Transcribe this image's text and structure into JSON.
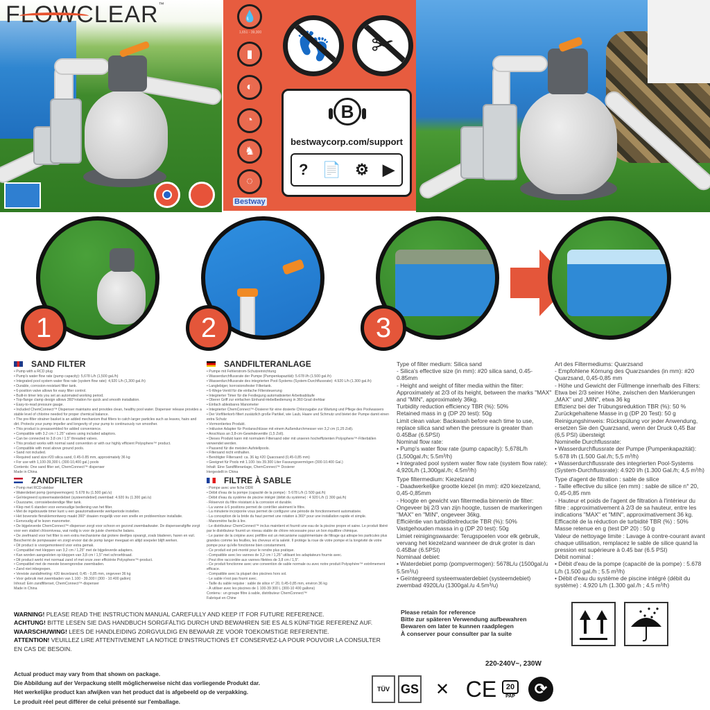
{
  "brand": {
    "logo_text": "FLOWCLEAR",
    "trademark": "™",
    "manufacturer_logo": "Bestway"
  },
  "colors": {
    "accent_orange": "#e75c3f",
    "step_badge": "#e4563a",
    "pool_blue": "#2f86d0",
    "grass_green": "#2f7a22",
    "hose_gray": "#e9e9e9",
    "valve_handle_orange": "#f08a24"
  },
  "info_panel": {
    "side_icons": [
      {
        "name": "sand-capacity-icon",
        "caption": "1,651 - 39,300"
      },
      {
        "name": "chemical-dispenser-icon"
      },
      {
        "name": "polysphere-sand-icon"
      },
      {
        "name": "pressure-gauge-icon"
      },
      {
        "name": "pump-strainer-icon"
      },
      {
        "name": "timer-icon"
      }
    ],
    "prohibition_icons": [
      {
        "name": "no-climbing-icon"
      },
      {
        "name": "no-sharp-objects-icon"
      }
    ],
    "support": {
      "logo_letter": "B",
      "url": "bestwaycorp.com/support",
      "icons": [
        {
          "name": "faq-icon",
          "glyph": "?"
        },
        {
          "name": "manual-icon",
          "glyph": "📄"
        },
        {
          "name": "tools-settings-icon",
          "glyph": "⚙"
        },
        {
          "name": "video-icon",
          "glyph": "▶"
        }
      ]
    }
  },
  "steps": [
    {
      "number": "1",
      "scene": "Sand filter setup next to pool"
    },
    {
      "number": "2",
      "scene": "Connecting hose to pool wall valve"
    },
    {
      "number": "3",
      "scene": "Murky pool becomes clear pool"
    }
  ],
  "sections": {
    "en": {
      "title": "SAND FILTER",
      "items": [
        "• Pump with a RCD plug",
        "• Pump's water flow rate (pump capacity): 5,678 L/h (1,500 gal./h)",
        "• Integrated pool system water flow rate (system flow rate): 4,920 L/h (1,300 gal./h)",
        "• Durable, corrosion-resistant filter tank.",
        "• 6-position valve allows for easy filter control.",
        "• Built-in timer lets you set an automated working period.",
        "• Top-flange clamp design allows 360°rotation for quick and smooth installation.",
        "• Easy-to-read pressure gauge.",
        "• Included ChemConnect™ Dispenser maintains and provides clean, healthy pool water. Dispenser release provides a stable level of chlorine needed for proper chemical balance.",
        "• The pre-filter strainer basket is an added mechanism that filters to catch larger particles such as leaves, hairs and dirt. Protects your pump impeller and longevity of your pump to continuously run smoother.",
        "• This product is preassembled for added convenience.",
        "• Compatible with 3.2 cm / 1.25\" valves using included adaptors.",
        "• Can be connected to 3.8 cm / 1.5\" threaded valves.",
        "• This product works with normal sand convention or with our highly efficient Polysphere™ product.",
        "• Compatible with most above ground pools.",
        "• Sand not included.",
        "• Required sand size:#20 silica sand, 0.45-0.85 mm, approximately 36 kg",
        "• For use with 1,100-39,300 L (300-10,400 gal.) pools"
      ],
      "contents": "Contents: One sand filter set, ChemConnect™ dispenser",
      "origin": "Made in China"
    },
    "nl": {
      "title": "ZANDFILTER",
      "items": [
        "• Pomp met RCD-stekker",
        "• Waterdebiet pomp (pompvermogen): 5.678 l/u (1.500 gal./u)",
        "• Geïntegreerd systeemwaterdebiet (systeemdebiet) zwembad: 4.920 l/u (1.300 gal./u)",
        "• Duurzame, corrosiebestendige filter tank.",
        "• Klep met 6 standen voor eenvoudige bediening van het filter.",
        "• Met de ingebouwde timer kunt u een geautomatiseerde werkperiode instellen.",
        "• Het bovenste flensklemontwerp maakt 360° draaien mogelijk voor een snelle en probleemloze installatie.",
        "• Eenvoudig af te lezen manometer.",
        "• De bijgeleverde ChemConnect™-dispenser zorgt voor schoon en gezond zwembadwater. De dispenserafgifte zorgt voor een stabiel chloorniveau, wat nodig is voor de juiste chemische balans.",
        "• De zeefmand voor het filter is een extra mechanisme dat grotere deeltjes opvangt, zoals bladeren, haren en vuil. Beschermt de pompwaaier en zorgt ervoor dat de pomp langer meegaat en altijd soepeler blijft werken.",
        "• Dit product is voorgemonteerd voor extra gemak.",
        "• Compatibel met kleppen van 3,2 cm / 1,25\" met de bijgeleverde adapters.",
        "• Kan worden aangesloten op kleppen van 3,8 cm / 1,5\" met schroefdraad.",
        "• Dit product werkt met normaal zand of met onze zeer efficiënte Polysphere™-product.",
        "• Compatibel met de meeste bovengrondse zwembaden.",
        "• Zand niet inbegrepen.",
        "• Vereiste zandafmeting: #20 kiezelzand, 0,45 - 0,85 mm, ongeveer 36 kg",
        "• Voor gebruik met zwembaden van 1.100 - 39.300 l (300 - 10.400 gallon)"
      ],
      "contents": "Inhoud: Eén zandfilterset, ChemConnect™-dispenser",
      "origin": "Made in China"
    },
    "de": {
      "title": "SANDFILTERANLAGE",
      "items": [
        "• Pumpe mit Fehlerstrom-Schutzeinrichtung",
        "• Wasserdurchflussrate der Pumpe (Pumpenkapazität): 5.678 l/h (1.500 gal./h)",
        "• Wasserdurchflussrate des integrierten Pool-Systems (System-Durchflussrate): 4.920 L/h (1.300 gal./h)",
        "• Langlebiger, korrosionsfester Filtertank.",
        "• 6-Wege-Ventil für die einfache Filtersteuerung",
        "• Integrierter Timer für die Festlegung automatisierter Arbeitsabläufe",
        "• Oberer Griff zur einfachen Einhand-Hebelbedienung in 360 Grad drehbar",
        "• Einfach ablesbares Manometer",
        "• Integrierter ChemConnect™-Dosierer für eine dosierte Chlorzugabe zur Wartung und Pflege des Poolwassers",
        "• Der Vorfilterkorb filtert zusätzlich große Partikel, wie Laub, Haare und Schmutz und bietet der Pumpe damit einen extra Schutz",
        "• Vormontiertes Produkt.",
        "• Inklusive Adapter für Poolanschlüsse mit einem Außendurchmesser von 3,2 cm (1,25 Zoll).",
        "• Anschluss an 3,8-cm-Gewindeventile (1,5 Zoll).",
        "• Dieses Produkt kann mit normalem Filtersand oder mit unseren hocheffizienten Polysphere™-Filterbällen verwendet werden.",
        "• Passend für die meisten Aufstellpools.",
        "• Filtersand nicht enthalten.",
        "• Benötigter Filtersand: ca. 36 kg #20 Quarzsand (0,45-0,85 mm)",
        "• Geeignet für Pools mit 1.100- bis 39.300 Liter Fassungsvermögen (300-10.400 Gal.)"
      ],
      "contents": "Inhalt: Eine Sandfilteranlage, ChemConnect™ Dosierer",
      "origin": "Hergestellt in China"
    },
    "fr": {
      "title": "FILTRE À SABLE",
      "items": [
        "- Pompe avec une fiche DDR",
        "• Débit d'eau de la pompe (capacité de la pompe) : 5 678 L/h (1 500 gal./h)",
        "- Débit d'eau du système de piscine intégré (débit du système) : 4 920 L/h (1 300 gal./h)",
        "- Réservoir du filtre résistant à la corrosion et durable.",
        "- La vanne à 6 positions permet de contrôler aisément le filtre.",
        "- La minuterie incorporée vous permet de configurer une période de fonctionnement automatisée.",
        "- La conception de la bride du haut permet une rotation à 360° pour une installation rapide et simple.",
        "- Manomètre facile à lire.",
        "- Le distributeur ChemConnect™ inclus maintient et fournit une eau de la piscine propre et saine. Le produit libéré par le distributeur fournit un niveau stable de chlore nécessaire pour un bon équilibre chimique.",
        "- Le panier de la crépine avec préfiltre est un mécanisme supplémentaire de filtrage qui attrape les particules plus grandes comme les feuilles, les cheveux et la saleté. Il protège la roue de votre pompe et la longévité de votre pompe pour qu'elle fonctionne bien constamment.",
        "- Ce produit est pré-monté pour le rendre plus pratique.",
        "- Compatible avec les vannes de 3,2 cm / 1,25\" utilisant les adaptateurs fournis avec.",
        "- Peut être raccordée aux vannes filetées de 3,8 cm / 1,5\".",
        "- Ce produit fonctionne avec une convention de sable normale ou avec notre produit Polysphère™ extrêmement efficace.",
        "- Compatible avec la plupart des piscines hors sol.",
        "- Le sable n'est pas fourni avec.",
        "- Taille du sable requise : sable de silice n° 20, 0,45-0,85 mm, environ 36 kg",
        "- À utiliser avec les piscines de 1 100-39 300 L (300-10 400 gallons)"
      ],
      "contents": "Contenu : un groupe filtre à sable, distributeur ChemConnect™",
      "origin": "Fabriqué en Chine"
    }
  },
  "specs": {
    "en": [
      "Type of filter medium: Silica sand",
      "- Silica's effective size (in mm): #20 silica sand, 0.45-0.85mm",
      "- Height and weight of filter media within the filter: Approximately at 2/3 of its height, between the marks \"MAX\" and \"MIN\", approximately 36kg.",
      "Turbidity reduction efficiency TBR (%): 50%",
      "Retained mass in g (DP 20 test): 50g",
      "Limit clean value: Backwash before each time to use, replace silica sand when the pressure is greater than 0.45Bar (6.5PSI)",
      "Nominal flow rate:",
      "• Pump's water flow rate (pump capacity): 5,678L/h (1,500gal./h; 5.5m³/h)",
      "• Integrated pool system water flow rate (system flow rate): 4,920L/h (1,300gal./h; 4.5m³/h)"
    ],
    "de": [
      "Art des Filtermediums: Quarzsand",
      "- Empfohlene Körnung des Quarzsandes (in mm): #20 Quarzsand, 0,45-0,85 mm",
      "- Höhe und Gewicht der Füllmenge innerhalb des Filters: Etwa bei 2/3 seiner Höhe, zwischen den Markierungen „MAX\" und „MIN\", etwa 36 kg",
      "Effizienz bei der Trübungsreduktion TBR (%): 50 %",
      "Zurückgehaltene Masse in g (DP 20 Test): 50 g",
      "Reinigungshinweis: Rückspülung vor jeder Anwendung, ersetzen Sie den Quarzsand, wenn der Druck 0,45 Bar (6,5 PSI) übersteigt",
      "Nominelle Durchflussrate:",
      "• Wasserdurchflussrate der Pumpe (Pumpenkapazität): 5.678 l/h (1.500 Gal./h; 5,5 m³/h)",
      "• Wasserdurchflussrate des integrierten Pool-Systems (System-Durchflussrate): 4.920 l/h (1.300 Gal./h; 4,5 m³/h)"
    ],
    "nl": [
      "Type filtermedium: Kiezelzand",
      "- Daadwerkelijke grootte kiezel (in mm): #20 kiezelzand, 0,45-0,85mm",
      "- Hoogte en gewicht van filtermedia binnenin de filter: Ongeveer bij 2/3 van zijn hoogte, tussen de markeringen \"MAX\" en \"MIN\", ongeveer 36kg.",
      "Efficiëntie van turbiditeitreductie TBR (%): 50%",
      "Vastgehouden massa in g (DP 20 test): 50g",
      "Limiet reinigingswaarde: Terugspoelen voor elk gebruik, vervang het kiezelzand wanneer de druk groter is dan 0.45Bar (6.5PSI)",
      "Nominaal debiet:",
      "• Waterdebiet pomp (pompvermogen): 5678L/u (1500gal./u 5.5m³/u)",
      "• Geïntegreerd systeemwaterdebiet (systeemdebiet) zwembad 4920L/u (1300gal./u 4.5m³/u)"
    ],
    "fr": [
      "Type d'agent de filtration : sable de silice",
      "- Taille effective du silice (en mm) : sable de silice n° 20, 0,45-0,85 mm",
      "- Hauteur et poids de l'agent de filtration à l'intérieur du filtre : approximativement à 2/3 de sa hauteur, entre les indications \"MAX\" et \"MIN\", approximativement 36 kg.",
      "Efficacité de la réduction de turbidité TBR (%) : 50%",
      "Masse retenue en g (test DP 20) : 50 g",
      "Valeur de nettoyage limite : Lavage à contre-courant avant chaque utilisation, remplacez le sable de silice quand la pression est supérieure à 0.45 bar (6.5 PSI)",
      "Débit nominal :",
      "• Débit d'eau de la pompe (capacité de la pompe) : 5.678 L/h (1.500 gal./h ; 5.5 m³/h)",
      "• Débit d'eau du système de piscine intégré (débit du système) : 4.920 L/h (1.300 gal./h ; 4.5 m³/h)"
    ]
  },
  "warnings": [
    {
      "label": "WARNING!",
      "text": " PLEASE READ THE INSTRUCTION MANUAL CAREFULLY AND KEEP IT FOR FUTURE REFERENCE."
    },
    {
      "label": "ACHTUNG!",
      "text": " BITTE LESEN SIE DAS HANDBUCH SORGFÄLTIG DURCH UND BEWAHREN SIE ES ALS KÜNFTIGE REFERENZ AUF."
    },
    {
      "label": "WAARSCHUWING!",
      "text": " LEES DE HANDLEIDING ZORGVULDIG EN BEWAAR ZE VOOR TOEKOMSTIGE REFERENTIE."
    },
    {
      "label": "ATTENTION!",
      "text": " VEUILLEZ LIRE ATTENTIVEMENT LA NOTICE D'INSTRUCTIONS ET CONSERVEZ-LA POUR POUVOIR LA CONSULTER EN CAS DE BESOIN."
    }
  ],
  "retain_notice": [
    "Please retain for reference",
    "Bitte zur späteren Verwendung aufbewahren",
    "Bewaren om later te kunnen raadplegen",
    "À conserver pour consulter par la suite"
  ],
  "package_icons": [
    {
      "name": "this-way-up-icon"
    },
    {
      "name": "keep-dry-icon"
    }
  ],
  "power_rating": "220-240V~, 230W",
  "disclaimer": [
    "Actual product may vary from that shown on package.",
    "Die Abbildung auf der Verpackung stellt möglicherweise nicht das vorliegende Produkt dar.",
    "Het werkelijke product kan afwijken van het product dat is afgebeeld op de verpakking.",
    "Le produit réel peut différer de celui présenté sur l'emballage."
  ],
  "certifications": [
    {
      "name": "tuv-mark-icon",
      "label": "TÜV"
    },
    {
      "name": "gs-mark-icon",
      "label": "GS"
    },
    {
      "name": "weee-bin-icon",
      "label": "✕"
    },
    {
      "name": "ce-mark-icon",
      "label": "CE"
    },
    {
      "name": "recycling-pap-icon",
      "label": "20",
      "sub": "PAP"
    },
    {
      "name": "green-dot-icon",
      "label": "⟳"
    }
  ]
}
